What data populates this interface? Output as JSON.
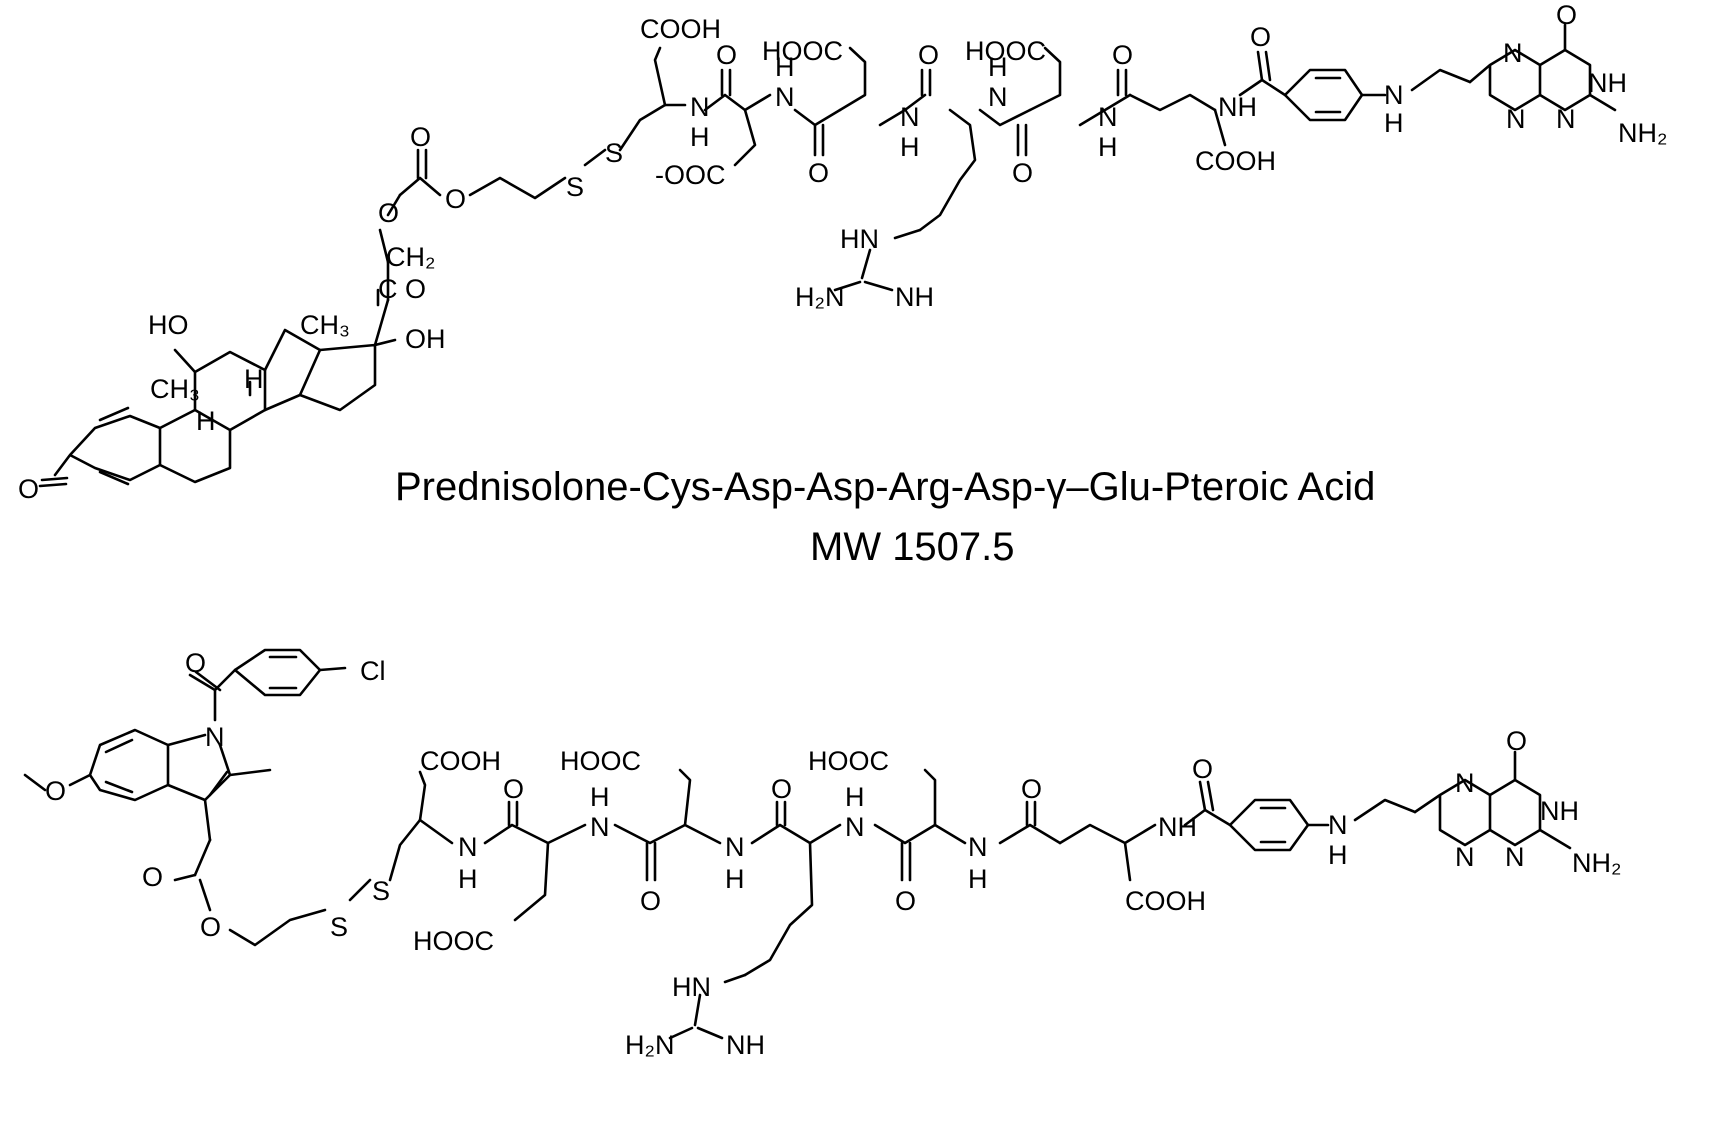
{
  "figure": {
    "structure_1": {
      "caption_name": "Prednisolone-Cys-Asp-Asp-Arg-Asp-γ–Glu-Pteroic Acid",
      "caption_mw": "MW 1507.5",
      "labels": {
        "cooh_cys": "COOH",
        "hooc_asp2": "HOOC",
        "hooc_asp4": "HOOC",
        "o_c1": "O",
        "o_c2": "O",
        "o_c3": "O",
        "o_c4": "O",
        "o_c5": "O",
        "o_benz": "O",
        "o_pter": "O",
        "o_carb": "O",
        "o_ether": "O",
        "o_ester": "O",
        "nh_1": "N",
        "h_1": "H",
        "nh_2": "N",
        "h_2": "H",
        "nh_3": "N",
        "h_3": "H",
        "nh_4": "N",
        "h_4": "H",
        "nh_5": "N",
        "h_5": "H",
        "nh_glu": "NH",
        "nh_pabn": "N",
        "h_pabn": "H",
        "s1": "S",
        "s2": "S",
        "ooc_asp1": "-OOC",
        "cooh_glu": "COOH",
        "hn_arg": "HN",
        "h2n_arg": "H₂N",
        "nh_arg": "NH",
        "n_pt1": "N",
        "n_pt2": "N",
        "n_pt3": "N",
        "nh_pt": "NH",
        "nh2_pt": "NH₂",
        "ch2": "CH₂",
        "c_o": "C",
        "o_keto": "O",
        "ho_11": "HO",
        "oh_17": "OH",
        "ch3_13": "CH₃",
        "ch3_10": "CH₃",
        "h_9": "H",
        "h_8": "H",
        "o_3": "O"
      }
    },
    "structure_2": {
      "labels": {
        "cl": "Cl",
        "o_benzoyl": "O",
        "n_indole": "N",
        "o_methoxy": "O",
        "o_ester_c": "O",
        "o_ester": "O",
        "s1": "S",
        "s2": "S",
        "cooh_cys": "COOH",
        "hooc_asp1": "HOOC",
        "hooc_asp2": "HOOC",
        "hooc_asp4": "HOOC",
        "o_c1": "O",
        "o_c2": "O",
        "o_c3": "O",
        "o_c4": "O",
        "o_c5": "O",
        "n_1": "N",
        "h_1": "H",
        "n_2": "N",
        "h_2": "H",
        "n_3": "N",
        "h_3": "H",
        "n_4": "N",
        "h_4": "H",
        "n_5": "N",
        "h_5": "H",
        "nh_glu": "NH",
        "cooh_glu": "COOH",
        "hn_arg": "HN",
        "h2n_arg": "H₂N",
        "nh_arg": "NH",
        "o_benz": "O",
        "n_pabn": "N",
        "h_pabn": "H",
        "n_pt1": "N",
        "n_pt2": "N",
        "n_pt3": "N",
        "nh_pt": "NH",
        "nh2_pt": "NH₂",
        "o_pter": "O"
      }
    }
  }
}
